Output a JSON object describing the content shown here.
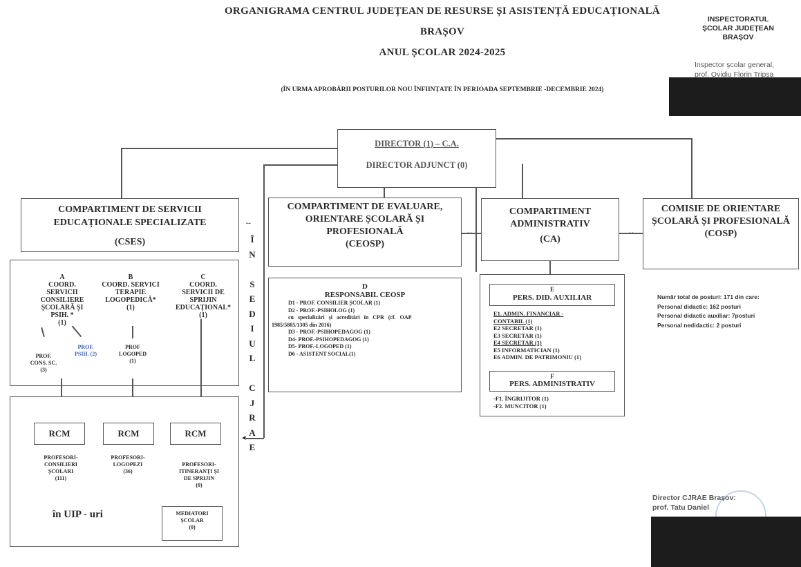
{
  "header": {
    "title_line1": "ORGANIGRAMA CENTRUL JUDEȚEAN DE RESURSE ȘI ASISTENȚĂ EDUCAȚIONALĂ",
    "title_line2": "BRAȘOV",
    "title_line3": "ANUL ȘCOLAR 2024-2025",
    "subtitle": "(ÎN URMA APROBĂRII POSTURILOR NOU ÎNFIINȚATE ÎN PERIOADA SEPTEMBRIE -DECEMBRIE 2024)"
  },
  "isj": {
    "line1": "INSPECTORATUL",
    "line2": "ȘCOLAR JUDEȚEAN",
    "line3": "BRAȘOV",
    "sign_line1": "Inspector școlar general,",
    "sign_line2": "prof. Ovidiu Florin Tripșa"
  },
  "director": {
    "line1": "DIRECTOR (1) – C.A.",
    "line2": "DIRECTOR ADJUNCT (0)"
  },
  "cses": {
    "line1": "COMPARTIMENT DE SERVICII",
    "line2": "EDUCAȚIONALE SPECIALIZATE",
    "abbr": "(CSES)",
    "a": {
      "letter": "A",
      "lines": [
        "COORD.",
        "SERVICII",
        "CONSILIERE",
        "ȘCOLARĂ ȘI",
        "PSIH. *",
        "(1)"
      ],
      "sub1": [
        "PROF.",
        "CONS. SC.",
        "(3)"
      ],
      "sub2": [
        "PROF.",
        "PSIH. (2)"
      ]
    },
    "b": {
      "letter": "B",
      "lines": [
        "COORD. SERVICI",
        "TERAPIE",
        "LOGOPEDICĂ*",
        "(1)"
      ],
      "sub": [
        "PROF",
        "LOGOPED",
        "(1)"
      ]
    },
    "c": {
      "letter": "C",
      "lines": [
        "COORD.",
        "SERVICII DE",
        "SPRIJIN",
        "EDUCAȚIONAL*",
        "(1)"
      ]
    }
  },
  "sediul": {
    "letters": [
      "Î",
      "N",
      "",
      "S",
      "E",
      "D",
      "I",
      "U",
      "L",
      "",
      "C",
      "J",
      "R",
      "A",
      "E"
    ]
  },
  "rcm": {
    "label": "RCM",
    "prof1": [
      "PROFESORI-",
      "CONSILIERI",
      "ȘCOLARI",
      "(111)"
    ],
    "prof2": [
      "PROFESORI-",
      "LOGOPEZI",
      "(36)"
    ],
    "prof3": [
      "PROFESORI-",
      "ITINERANȚI ȘI",
      "DE SPRIJIN",
      "(0)"
    ],
    "uip": "în UIP - uri",
    "mediatori": [
      "MEDIATORI",
      "ȘCOLAR",
      "(0)"
    ]
  },
  "ceosp": {
    "line1": "COMPARTIMENT DE EVALUARE,",
    "line2": "ORIENTARE ȘCOLARĂ ȘI",
    "line3": "PROFESIONALĂ",
    "abbr": "(CEOSP)",
    "d_letter": "D",
    "d_title": "RESPONSABIL CEOSP",
    "d_items": [
      "D1 - PROF. CONSILIER ȘCOLAR (1)",
      "D2 - PROF.-PSIHOLOG (1)",
      "cu specializări și acreditări în CPR (cf. OAP",
      "1985/5805/1305 din 2016)",
      "D3 - PROF.-PSIHOPEDAGOG (1)",
      "D4- PROF.-PSIHOPEDAGOG (1)",
      "D5- PROF.-LOGOPED (1)",
      "D6 - ASISTENT SOCIAL(1)"
    ]
  },
  "ca": {
    "line1": "COMPARTIMENT",
    "line2": "ADMINISTRATIV",
    "abbr": "(CA)",
    "e_letter": "E",
    "e_title": "PERS. DID. AUXILIAR",
    "e_items": [
      "E1. ADMIN. FINANCIAR -",
      "CONTABIL (1)",
      "E2 SECRETAR (1)",
      "E3 SECRETAR (1)",
      "E4 SECRETAR (1)",
      "E5 INFORMATICIAN (1)",
      "E6 ADMIN. DE PATRIMONIU (1)"
    ],
    "f_letter": "F",
    "f_title": "PERS. ADMINISTRATIV",
    "f_items": [
      "-F1. ÎNGRIJITOR (1)",
      "-F2. MUNCITOR (1)"
    ]
  },
  "cosp": {
    "line1": "COMISIE DE ORIENTARE",
    "line2": "ȘCOLARĂ ȘI PROFESIONALĂ",
    "abbr": "(COSP)"
  },
  "stats": {
    "line1": "Număr total de posturi: 171 din care:",
    "line2": "Personal didactic: 162 posturi",
    "line3": "Personal didactic auxiliar: 7posturi",
    "line4": "Personal nedidactic: 2 posturi"
  },
  "footer_sign": {
    "line1": "Director CJRAE Brașov:",
    "line2": "prof. Tatu Daniel"
  },
  "colors": {
    "text": "#2a2a2a",
    "blue_text": "#3b5bb5",
    "stamp": "#6a8fcf",
    "redaction": "#1c1c1c"
  }
}
